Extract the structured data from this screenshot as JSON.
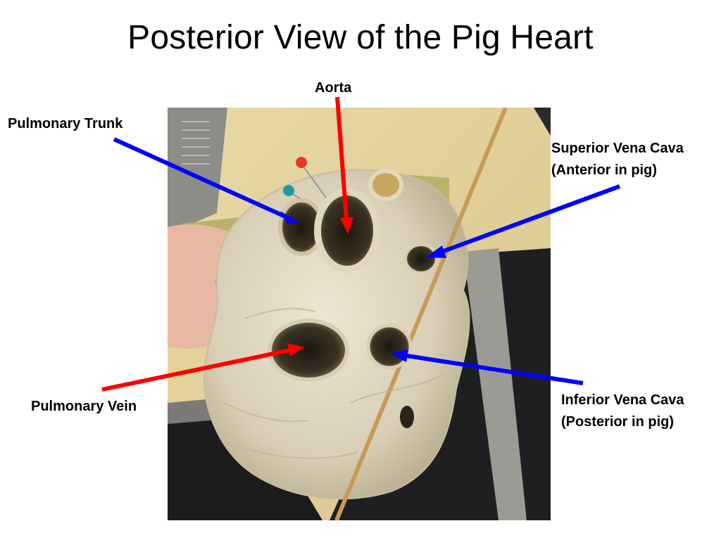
{
  "slide": {
    "title": "Posterior View of the Pig Heart"
  },
  "labels": {
    "aorta": "Aorta",
    "pulmonary_trunk": "Pulmonary Trunk",
    "superior_vena_cava": [
      "Superior Vena Cava",
      "(Anterior in pig)"
    ],
    "pulmonary_vein": "Pulmonary Vein",
    "inferior_vena_cava": [
      "Inferior Vena Cava",
      "(Posterior in pig)"
    ]
  },
  "colors": {
    "red_arrow": "#ff0000",
    "blue_arrow": "#0000ff"
  }
}
